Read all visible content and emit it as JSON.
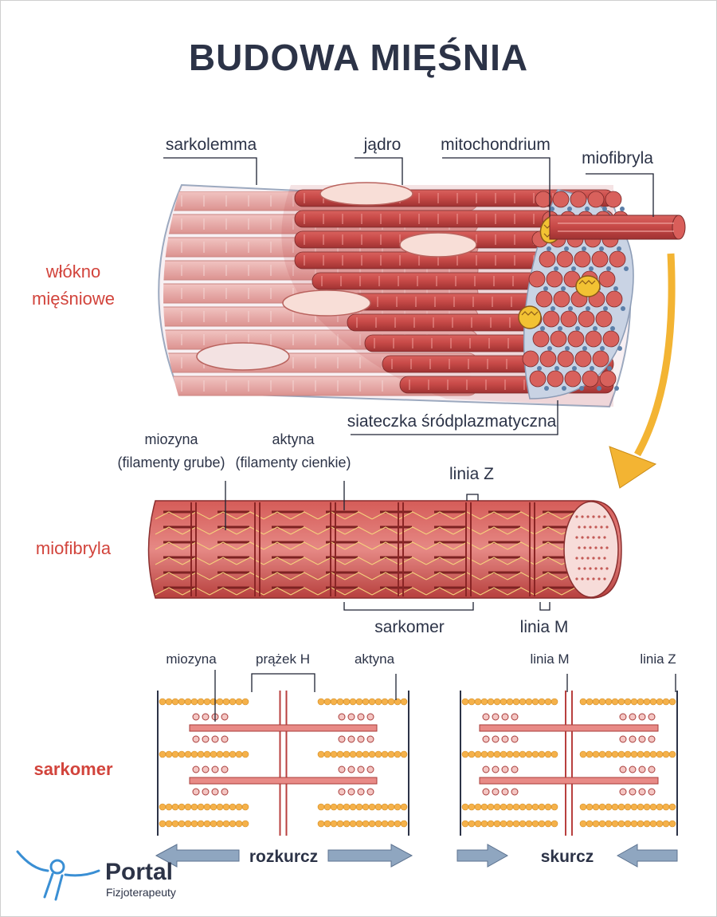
{
  "title": "BUDOWA MIĘŚNIA",
  "fiber_section": {
    "side_label_line1": "włókno",
    "side_label_line2": "mięśniowe",
    "labels": {
      "sarcolemma": "sarkolemma",
      "nucleus": "jądro",
      "mitochondrion": "mitochondrium",
      "myofibril": "miofibryla",
      "reticulum": "siateczka śródplazmatyczna"
    }
  },
  "myofibril_section": {
    "side_label": "miofibryla",
    "labels": {
      "myosin_line1": "miozyna",
      "myosin_line2": "(filamenty grube)",
      "actin_line1": "aktyna",
      "actin_line2": "(filamenty cienkie)",
      "z_line": "linia Z",
      "sarcomere": "sarkomer",
      "m_line": "linia M"
    }
  },
  "sarcomere_section": {
    "side_label": "sarkomer",
    "left_labels": {
      "myosin": "miozyna",
      "h_band": "prążek H",
      "actin": "aktyna"
    },
    "right_labels": {
      "m_line": "linia M",
      "z_line": "linia Z"
    },
    "relaxed_label": "rozkurcz",
    "contracted_label": "skurcz"
  },
  "logo": {
    "name": "Portal",
    "subtitle": "Fizjoterapeuty"
  },
  "colors": {
    "title": "#2c3347",
    "accent_red": "#d2443c",
    "muscle_dark": "#b8403f",
    "muscle_light": "#e7a3a0",
    "actin_orange": "#f2a93b",
    "arrow_blue": "#8fa6c0",
    "arrow_yellow": "#f3b433"
  }
}
